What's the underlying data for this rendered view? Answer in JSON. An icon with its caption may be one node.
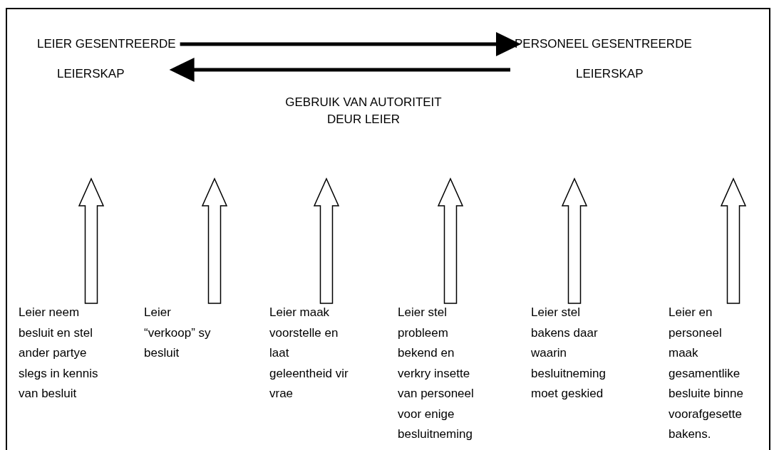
{
  "diagram": {
    "nodes": [
      {
        "text": [
          "LEIER GESENTREERDE LEIERSKAP"
        ]
      },
      {
        "text": [
          "PERSONEEL GESENTREERDE LEIERSKAP"
        ]
      },
      {
        "text": [
          "Leier neem besluit en stel ander partye slegs in kennis van besluit"
        ]
      },
      {
        "text": [
          "Leier “verkoop” sy besluit"
        ]
      },
      {
        "text": [
          "Leier maak voorstelle en laat geleentheid vir vrae"
        ]
      },
      {
        "text": [
          "Leier  stel probleem bekend en verkry insette van personeel voor enige besluitneming"
        ]
      },
      {
        "text": [
          "Leier stel bakens daar waarin besluitneming moet geskied"
        ]
      },
      {
        "text": [
          "Leier en personeel maak gesamentlike besluite binne voorafgesette bakens."
        ]
      }
    ],
    "edges": [
      {
        "from": 0,
        "to": 1,
        "arrow": "to"
      },
      {
        "from": 1,
        "to": 0,
        "arrow": "to"
      },
      {
        "from": 2,
        "to": null,
        "arrow": "to"
      },
      {
        "from": 3,
        "to": null,
        "arrow": "to"
      },
      {
        "from": 4,
        "to": null,
        "arrow": "to"
      },
      {
        "from": 5,
        "to": null,
        "arrow": "to"
      },
      {
        "from": 6,
        "to": null,
        "arrow": "to"
      },
      {
        "from": 7,
        "to": null,
        "arrow": "to"
      }
    ],
    "labels": [
      "GEBRUIK VAN AUTORITEIT DEUR LEIER"
    ]
  }
}
